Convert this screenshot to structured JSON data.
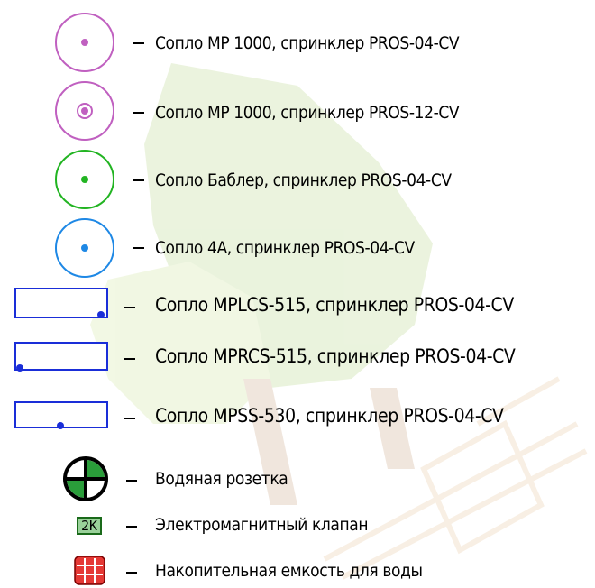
{
  "legend": {
    "items": [
      {
        "symbol": "nozzle-circle-dot",
        "color": "#c060c0",
        "label": "Сопло МР 1000, спринклер PROS-04-CV"
      },
      {
        "symbol": "nozzle-circle-ring-dot",
        "color": "#c060c0",
        "label": "Сопло МР 1000, спринклер PROS-12-CV"
      },
      {
        "symbol": "nozzle-circle-dot",
        "color": "#22b422",
        "label": "Сопло Баблер, спринклер PROS-04-CV"
      },
      {
        "symbol": "nozzle-circle-dot",
        "color": "#1e88e5",
        "label": "Сопло 4А, спринклер PROS-04-CV"
      },
      {
        "symbol": "strip-nozzle-right",
        "color": "#1a2ed8",
        "label": "Сопло MPLCS-515, спринклер PROS-04-CV"
      },
      {
        "symbol": "strip-nozzle-left",
        "color": "#1a2ed8",
        "label": "Сопло MPRCS-515, спринклер PROS-04-CV"
      },
      {
        "symbol": "strip-nozzle-center",
        "color": "#1a2ed8",
        "label": "Сопло MPSS-530, спринклер PROS-04-CV"
      },
      {
        "symbol": "water-socket",
        "color": "#2a9d3a",
        "label": "Водяная розетка"
      },
      {
        "symbol": "solenoid-valve",
        "color": "#4caf50",
        "code": "2K",
        "label": "Электромагнитный клапан"
      },
      {
        "symbol": "water-tank",
        "color": "#e53935",
        "label": "Накопительная емкость для воды"
      }
    ]
  }
}
